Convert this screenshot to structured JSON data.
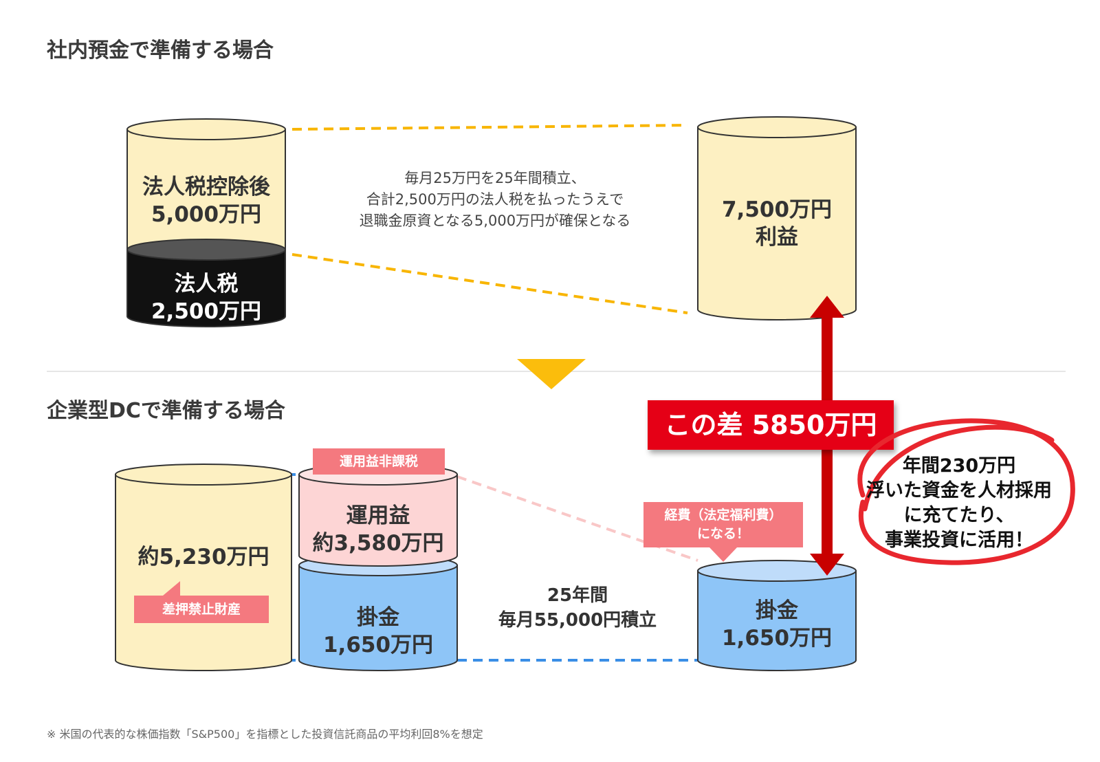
{
  "section_top": {
    "title": "社内預金で準備する場合"
  },
  "section_bottom": {
    "title": "企業型DCで準備する場合"
  },
  "top": {
    "after_tax_line1": "法人税控除後",
    "after_tax_line2": "5,000万円",
    "tax_line1": "法人税",
    "tax_line2": "2,500万円",
    "description": [
      "毎月25万円を25年間積立、",
      "合計2,500万円の法人税を払ったうえで",
      "退職金原資となる5,000万円が確保となる"
    ],
    "profit_line1": "7,500万円",
    "profit_line2": "利益"
  },
  "difference": {
    "label": "この差 5850万円"
  },
  "bottom": {
    "total": "約5,230万円",
    "exempt_badge": "差押禁止財産",
    "gain_badge": "運用益非課税",
    "gain_line1": "運用益",
    "gain_line2": "約3,580万円",
    "contrib_line1": "掛金",
    "contrib_line2": "1,650万円",
    "period_line1": "25年間",
    "period_line2": "毎月55,000円積立",
    "expense_line1": "経費（法定福利費）",
    "expense_line2": "になる！",
    "right_contrib_line1": "掛金",
    "right_contrib_line2": "1,650万円"
  },
  "callout": {
    "lines": [
      "年間230万円",
      "浮いた資金を人材採用",
      "に充てたり、",
      "事業投資に活用！"
    ]
  },
  "footnote": "※ 米国の代表的な株価指数「S&P500」を指標とした投資信託商品の平均利回8%を想定",
  "colors": {
    "cream": "#fdf0c2",
    "black": "#111111",
    "pink": "#fdd5d5",
    "blue": "#8ec5f7",
    "red": "#cc0000",
    "yellow": "#f8b500",
    "badge": "#f4797f"
  }
}
